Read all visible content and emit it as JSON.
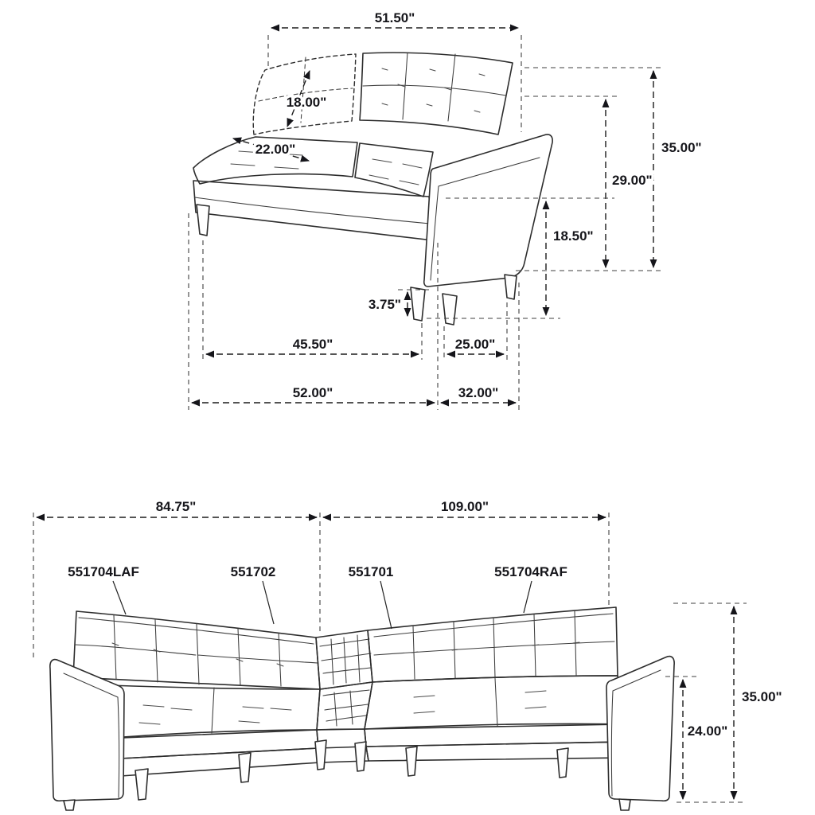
{
  "figure1": {
    "name": "loveseat sofa dimension drawing",
    "dims": {
      "top_width": "51.50\"",
      "back_cushion_height": "18.00\"",
      "seat_depth": "22.00\"",
      "overall_height": "35.00\"",
      "back_height": "29.00\"",
      "seat_height": "18.50\"",
      "leg_height": "3.75\"",
      "seat_width": "45.50\"",
      "base_depth": "25.00\"",
      "overall_width": "52.00\"",
      "overall_depth": "32.00\""
    }
  },
  "figure2": {
    "name": "sectional sofa dimension drawing",
    "dims": {
      "left_width": "84.75\"",
      "right_width": "109.00\"",
      "overall_height": "35.00\"",
      "arm_height": "24.00\""
    },
    "part_labels": {
      "laf": "551704LAF",
      "wedge": "551702",
      "armless": "551701",
      "raf": "551704RAF"
    }
  }
}
